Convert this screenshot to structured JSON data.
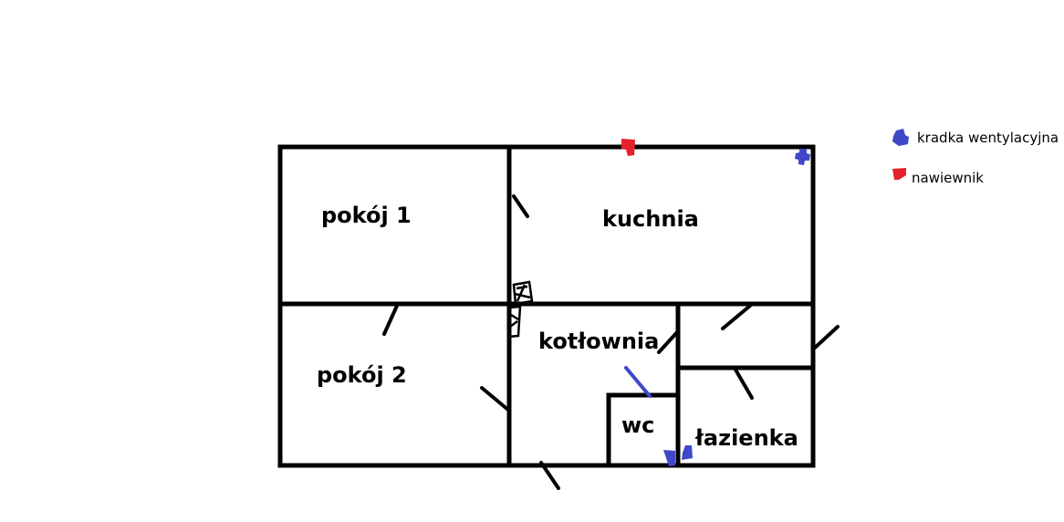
{
  "rooms": {
    "pokoj1": "pokój 1",
    "kuchnia": "kuchnia",
    "pokoj2": "pokój 2",
    "kotlownia": "kotłownia",
    "wc": "wc",
    "lazienka": "łazienka"
  },
  "legend": {
    "exhaust": {
      "label": "kradka wentylacyjna",
      "color": "#4048c8"
    },
    "inlet": {
      "label": "nawiewnik",
      "color": "#e8202a"
    }
  }
}
